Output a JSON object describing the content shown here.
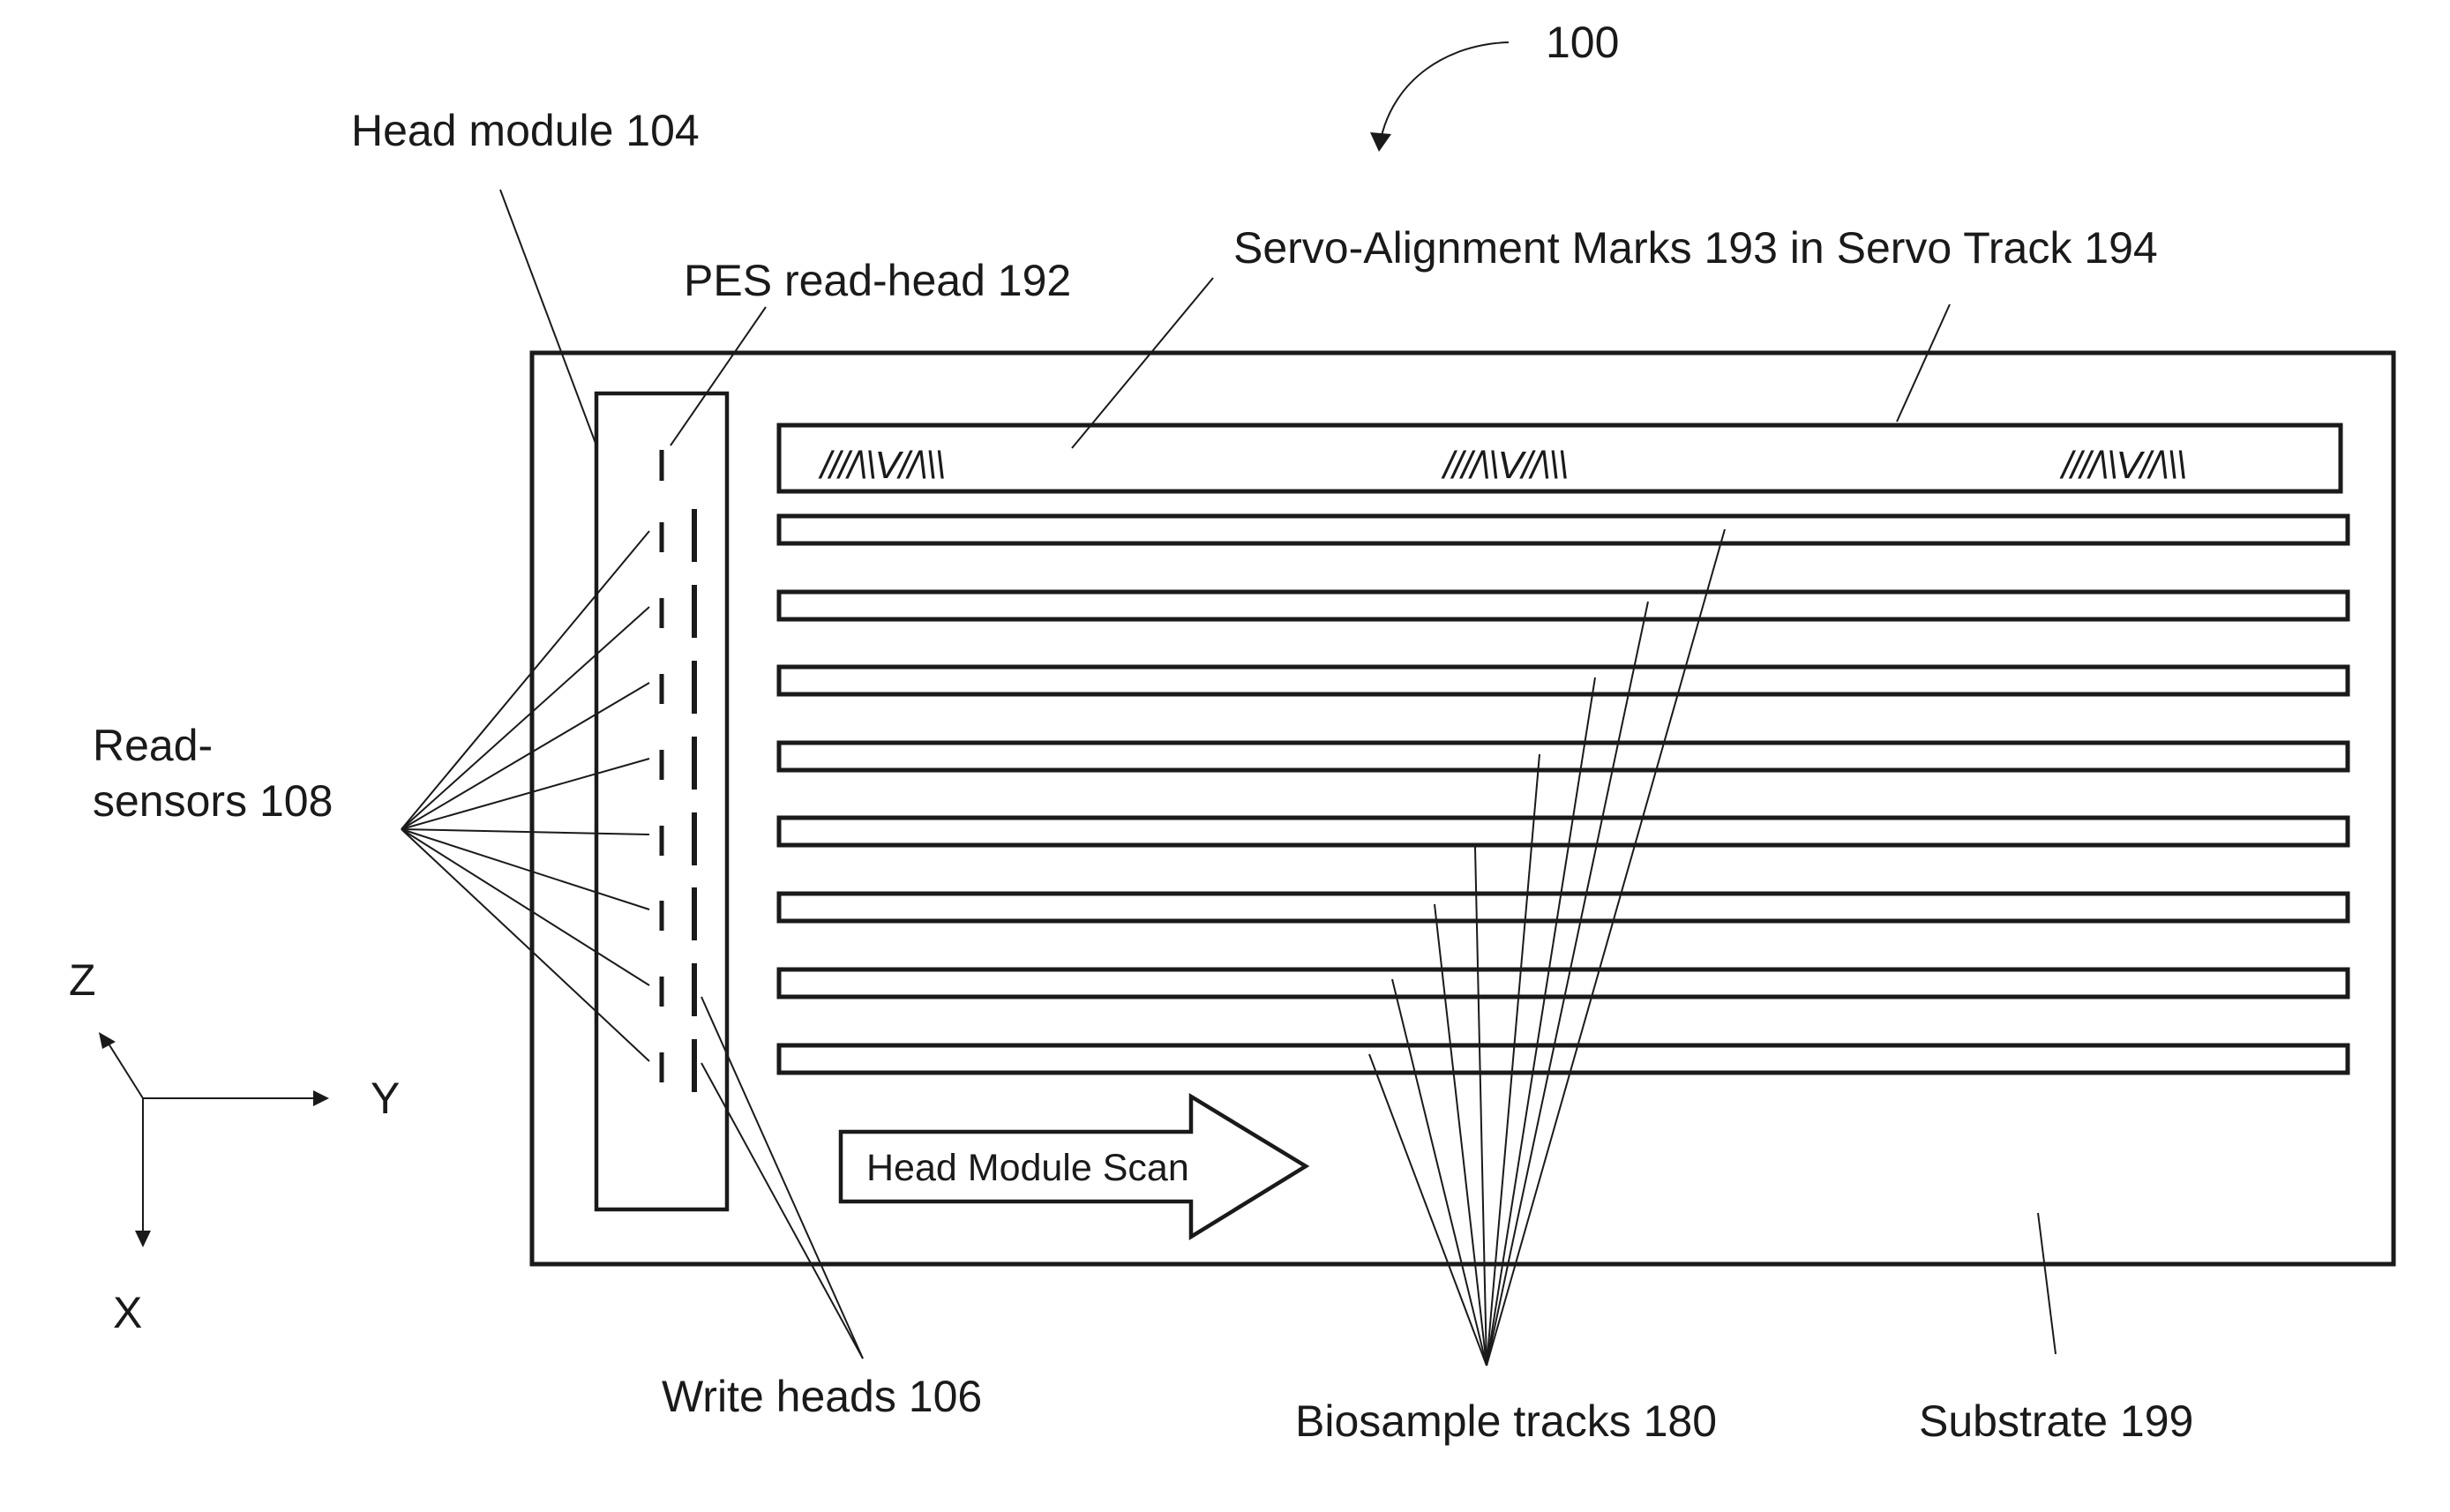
{
  "figure_number": "100",
  "labels": {
    "head_module": "Head module 104",
    "pes_read_head": "PES read-head 192",
    "servo_marks": "Servo-Alignment Marks 193 in Servo Track 194",
    "read_sensors_line1": "Read-",
    "read_sensors_line2": "sensors 108",
    "write_heads": "Write heads 106",
    "biosample_tracks": "Biosample tracks 180",
    "substrate": "Substrate 199",
    "scan_arrow": "Head Module Scan"
  },
  "axes": {
    "z": "Z",
    "y": "Y",
    "x": "X"
  },
  "servo_mark_pattern": "////\\\\V//\\\\\\",
  "servo_mark_groups": 3,
  "biosample_track_count": 8,
  "read_sensor_count": 8,
  "write_head_count": 8
}
